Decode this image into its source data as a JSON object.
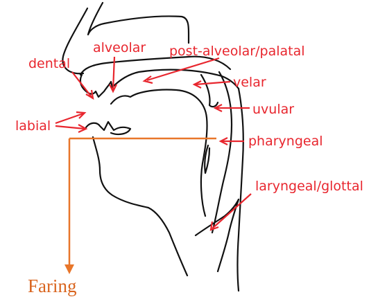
{
  "labels": {
    "dental": "dental",
    "alveolar": "alveolar",
    "post_alveolar_palatal": "post-alveolar/palatal",
    "velar": "velar",
    "uvular": "uvular",
    "labial": "labial",
    "pharyngeal": "pharyngeal",
    "laryngeal_glottal": "laryngeal/glottal"
  },
  "caption": "Faring",
  "colors": {
    "label": "#e8262e",
    "annotation": "#e8762a",
    "outline": "#111111"
  }
}
